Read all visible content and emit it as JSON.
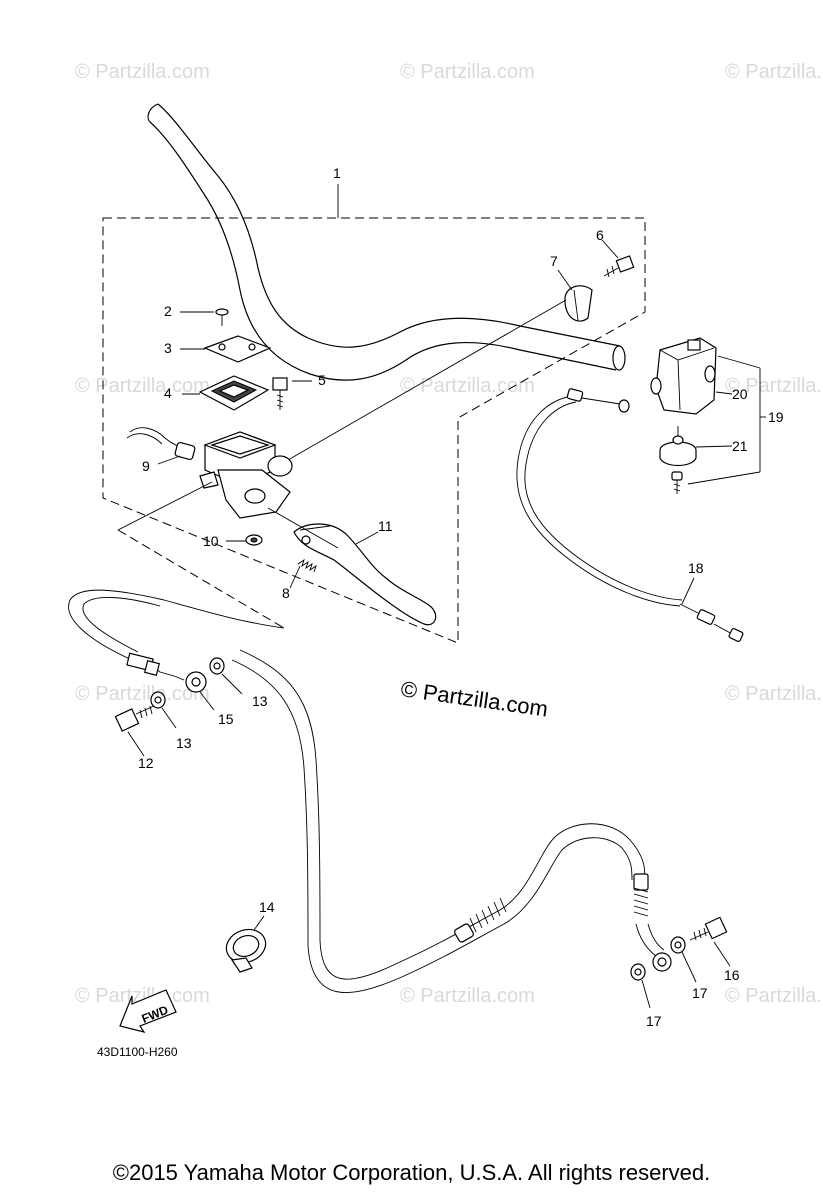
{
  "watermark": "© Partzilla.com",
  "center_watermark": "© Partzilla.com",
  "callouts": {
    "c1": "1",
    "c2": "2",
    "c3": "3",
    "c4": "4",
    "c5": "5",
    "c6": "6",
    "c7": "7",
    "c8": "8",
    "c9": "9",
    "c10": "10",
    "c11": "11",
    "c12": "12",
    "c13a": "13",
    "c13b": "13",
    "c14": "14",
    "c15": "15",
    "c16": "16",
    "c17a": "17",
    "c17b": "17",
    "c18": "18",
    "c19": "19",
    "c20": "20",
    "c21": "21"
  },
  "fwd_label": "FWD",
  "diagram_code": "43D1100-H260",
  "copyright": "©2015 Yamaha Motor Corporation, U.S.A. All rights reserved."
}
